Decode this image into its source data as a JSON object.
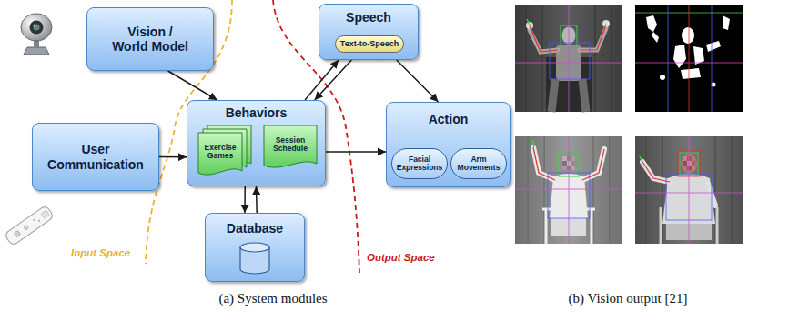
{
  "diagram": {
    "nodes": [
      {
        "text": [
          "Vision / World Model"
        ]
      },
      {
        "text": [
          "Speech"
        ]
      },
      {
        "text": [
          "Text-to-Speech"
        ],
        "in": 1
      },
      {
        "text": [
          "User Communication"
        ]
      },
      {
        "text": [
          "Behaviors"
        ]
      },
      {
        "text": [
          "Exercise Games"
        ],
        "in": 4
      },
      {
        "text": [
          "Session Schedule"
        ],
        "in": 4
      },
      {
        "text": [
          "Action"
        ]
      },
      {
        "text": [
          "Facial Expressions"
        ],
        "in": 7
      },
      {
        "text": [
          "Arm Movements"
        ],
        "in": 7
      },
      {
        "text": [
          "Database"
        ]
      }
    ],
    "edges": [
      {
        "from": 0,
        "to": 4,
        "arrow": "to"
      },
      {
        "from": 3,
        "to": 4,
        "arrow": "to"
      },
      {
        "from": 4,
        "to": 1,
        "arrow": "to"
      },
      {
        "from": 1,
        "to": 4,
        "arrow": "to"
      },
      {
        "from": 1,
        "to": 7,
        "arrow": "to"
      },
      {
        "from": 4,
        "to": 7,
        "arrow": "to"
      },
      {
        "from": 4,
        "to": 10,
        "arrow": "to"
      },
      {
        "from": 10,
        "to": 4,
        "arrow": "to"
      }
    ],
    "labels": [
      "Input Space",
      "Output Space",
      "(a) System modules",
      "(b) Vision output [21]"
    ]
  }
}
